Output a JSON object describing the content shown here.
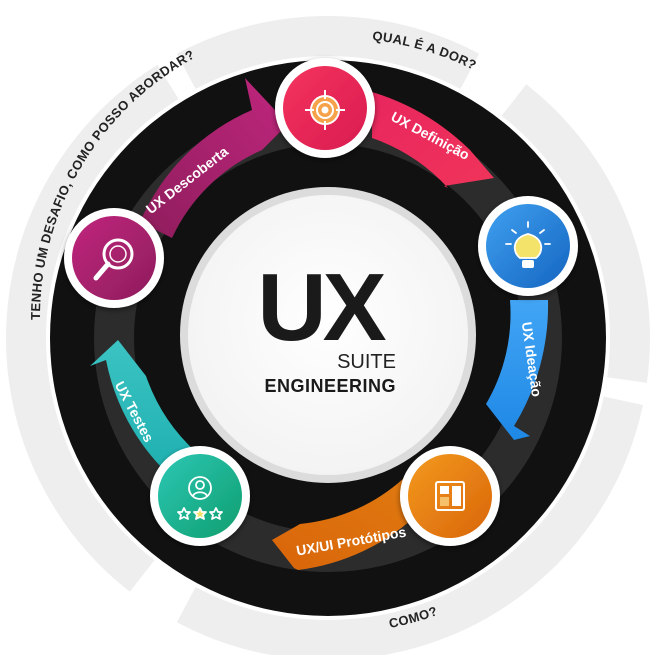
{
  "center": {
    "logo_main": "UX",
    "logo_sub": "SUITE",
    "logo_bottom": "ENGINEERING"
  },
  "outer_labels": {
    "top": "QUAL É A DOR?",
    "left": "TENHO UM DESAFIO, COMO POSSO ABORDAR?",
    "bottom": "COMO?"
  },
  "steps": [
    {
      "label": "UX Descoberta",
      "icon": "magnifier-icon",
      "color": "#b0236f"
    },
    {
      "label": "UX Definição",
      "icon": "target-icon",
      "color": "#e8265e"
    },
    {
      "label": "UX Ideação",
      "icon": "lightbulb-icon",
      "color": "#1e88e5"
    },
    {
      "label": "UX/UI Protótipos",
      "icon": "layout-icon",
      "color": "#e07a10"
    },
    {
      "label": "UX Testes",
      "icon": "user-rating-icon",
      "color": "#1fb0b0"
    }
  ],
  "colors": {
    "outer_ring": "#eeeeee",
    "dark_ring": "#111111",
    "track": "#2c2c2c"
  }
}
